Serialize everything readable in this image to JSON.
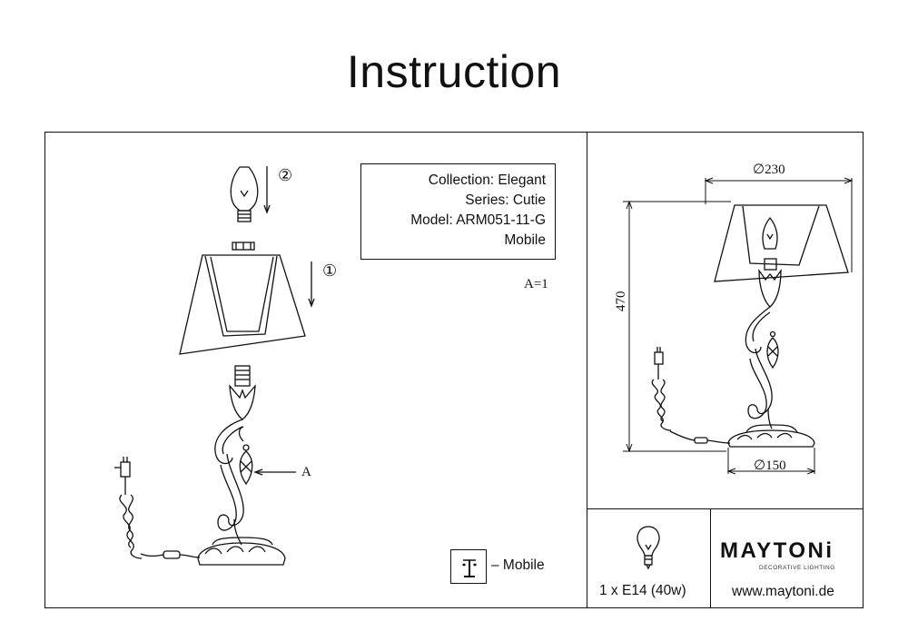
{
  "page": {
    "title": "Instruction"
  },
  "info": {
    "collection": "Collection: Elegant",
    "series": "Series: Cutie",
    "model": "Model: ARM051-11-G",
    "variant": "Mobile"
  },
  "diagram": {
    "assembly_label": "A=1",
    "part_label": "A",
    "step_1": "①",
    "step_2": "②"
  },
  "dimensions": {
    "shade_diameter": "∅230",
    "height": "470",
    "base_diameter": "∅150"
  },
  "legend": {
    "mobile_label": "– Mobile"
  },
  "bulb": {
    "spec": "1 x E14 (40w)",
    "icon": "light-bulb-icon"
  },
  "brand": {
    "name": "MAYTONi",
    "tagline": "DECORATIVE LIGHTING",
    "website": "www.maytoni.de"
  }
}
